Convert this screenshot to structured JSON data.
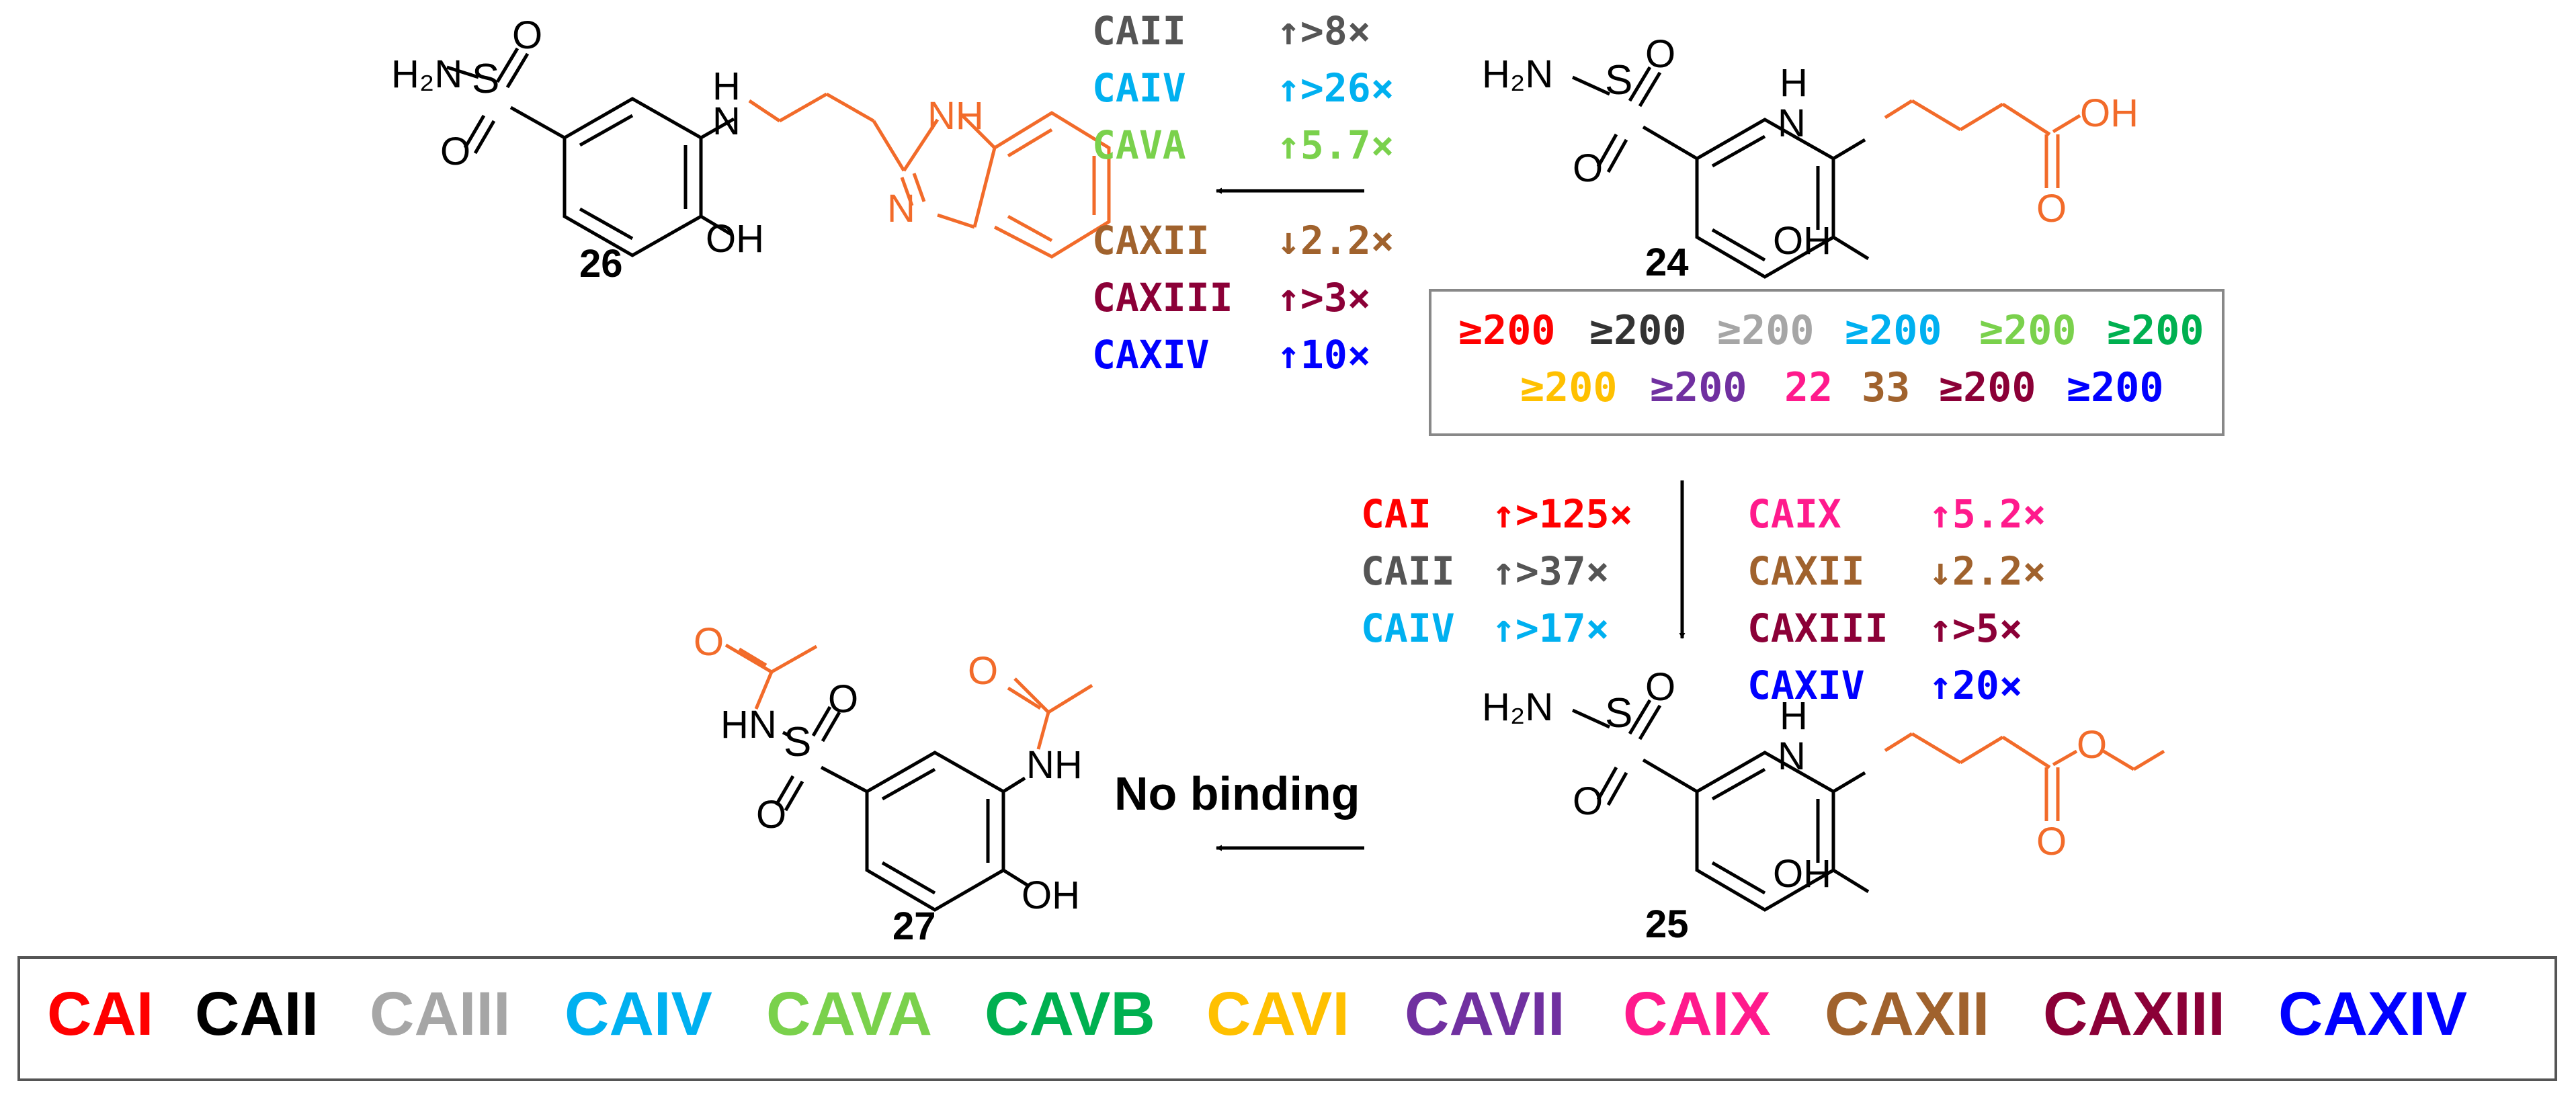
{
  "colors": {
    "CAI": "#ff0000",
    "CAII": "#000000",
    "CAIII": "#a6a6a6",
    "CAIV": "#00b0f0",
    "CAVA": "#7ad14c",
    "CAVB": "#00b050",
    "CAVI": "#ffc000",
    "CAVII": "#7030a0",
    "CAIX": "#ff1a8c",
    "CAXII": "#a0622d",
    "CAXIII": "#8b0037",
    "CAXIV": "#0000ff",
    "modified": "#f26b2a",
    "bond": "#000000"
  },
  "compounds": {
    "c24": {
      "label": "24"
    },
    "c25": {
      "label": "25"
    },
    "c26": {
      "label": "26"
    },
    "c27": {
      "label": "27"
    }
  },
  "atoms": {
    "h2n": "H₂N",
    "s": "S",
    "o": "O",
    "oh": "OH",
    "h": "H",
    "n": "N",
    "nh": "NH",
    "hn": "HN"
  },
  "box24": {
    "row1": [
      "≥200",
      "≥200",
      "≥200",
      "≥200",
      "≥200",
      "≥200"
    ],
    "row2": [
      "≥200",
      "≥200",
      "22",
      "33",
      "≥200",
      "≥200"
    ]
  },
  "arrow_to_26": [
    {
      "name": "CAII",
      "change": "↑>8×",
      "color": "#555555"
    },
    {
      "name": "CAIV",
      "change": "↑>26×",
      "color": "#00b0f0"
    },
    {
      "name": "CAVA",
      "change": "↑5.7×",
      "color": "#7ad14c"
    },
    {
      "name": "CAXII",
      "change": "↓2.2×",
      "color": "#a0622d"
    },
    {
      "name": "CAXIII",
      "change": "↑>3×",
      "color": "#8b0037"
    },
    {
      "name": "CAXIV",
      "change": "↑10×",
      "color": "#0000ff"
    }
  ],
  "arrow_to_25_left": [
    {
      "name": "CAI",
      "change": "↑>125×",
      "color": "#ff0000"
    },
    {
      "name": "CAII",
      "change": "↑>37×",
      "color": "#555555"
    },
    {
      "name": "CAIV",
      "change": "↑>17×",
      "color": "#00b0f0"
    }
  ],
  "arrow_to_25_right": [
    {
      "name": "CAIX",
      "change": "↑5.2×",
      "color": "#ff1a8c"
    },
    {
      "name": "CAXII",
      "change": "↓2.2×",
      "color": "#a0622d"
    },
    {
      "name": "CAXIII",
      "change": "↑>5×",
      "color": "#8b0037"
    },
    {
      "name": "CAXIV",
      "change": "↑20×",
      "color": "#0000ff"
    }
  ],
  "arrow_to_27": {
    "label": "No binding"
  },
  "legend": [
    "CAI",
    "CAII",
    "CAIII",
    "CAIV",
    "CAVA",
    "CAVB",
    "CAVI",
    "CAVII",
    "CAIX",
    "CAXII",
    "CAXIII",
    "CAXIV"
  ]
}
